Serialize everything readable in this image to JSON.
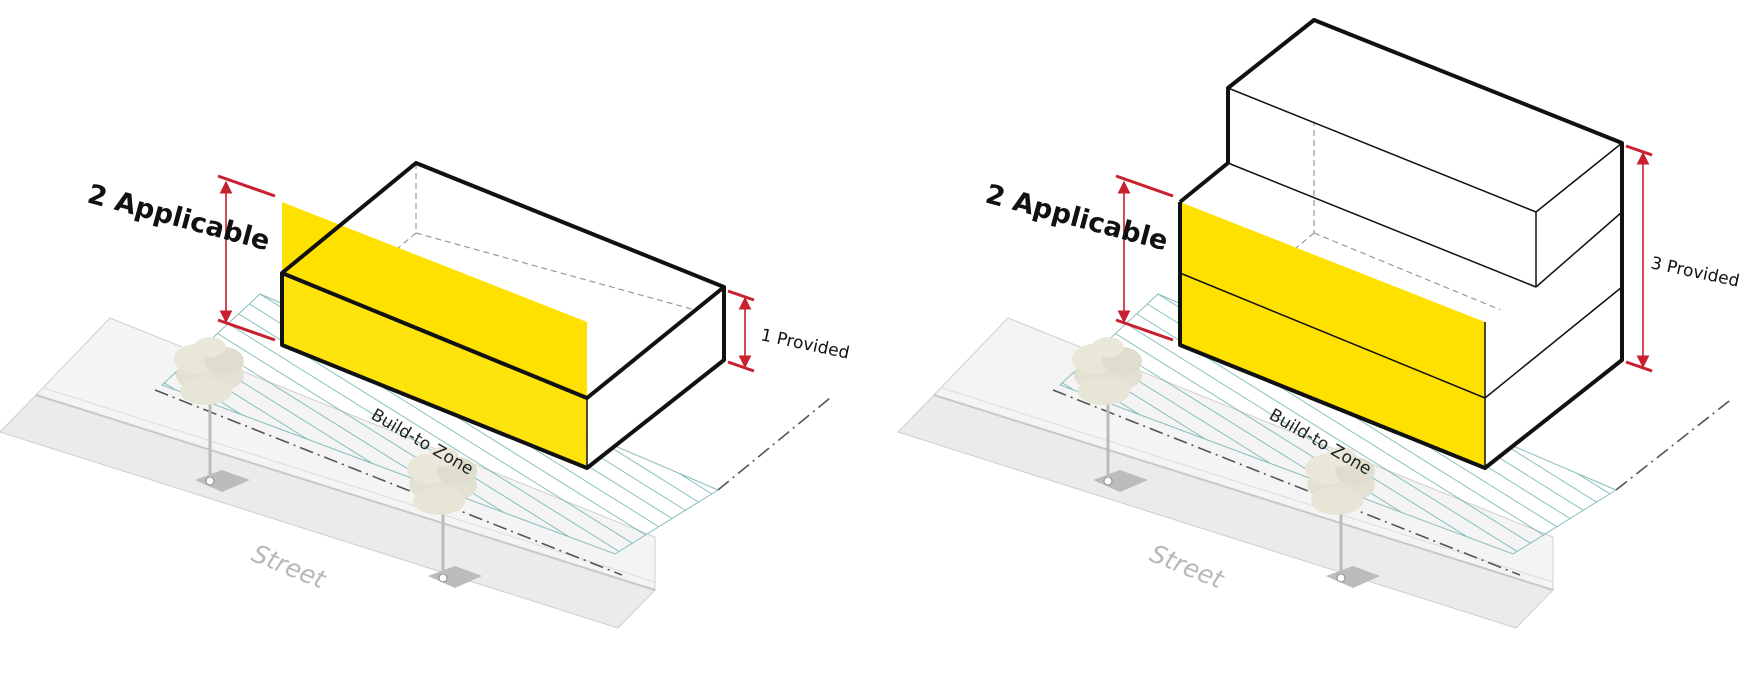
{
  "colors": {
    "highlight": "#ffe100",
    "dimension": "#c8202f",
    "zone_hatch": "#5aa8a8",
    "sidewalk": "#f3f3f3",
    "street": "#ebebeb",
    "tree": "#e3e2d2"
  },
  "panels": [
    {
      "applicable_label": "2 Applicable",
      "provided_label": "1 Provided",
      "zone_label": "Build-to Zone",
      "street_label": "Street"
    },
    {
      "applicable_label": "2 Applicable",
      "provided_label": "3 Provided",
      "zone_label": "Build-to Zone",
      "street_label": "Street"
    }
  ]
}
